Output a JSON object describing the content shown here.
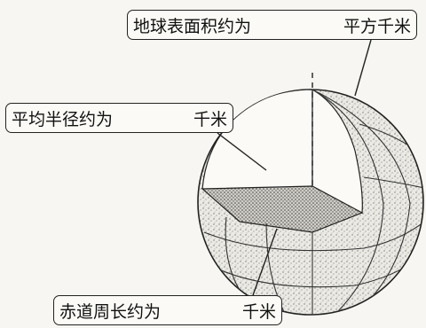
{
  "callouts": {
    "surface_area": {
      "label": "地球表面积约为",
      "unit": "平方千米"
    },
    "mean_radius": {
      "label": "平均半径约为",
      "unit": "千米"
    },
    "equator_length": {
      "label": "赤道周长约为",
      "unit": "千米"
    }
  },
  "colors": {
    "ink": "#222222",
    "paper": "#f7f6f2",
    "stipple": "#9a9a9a"
  }
}
